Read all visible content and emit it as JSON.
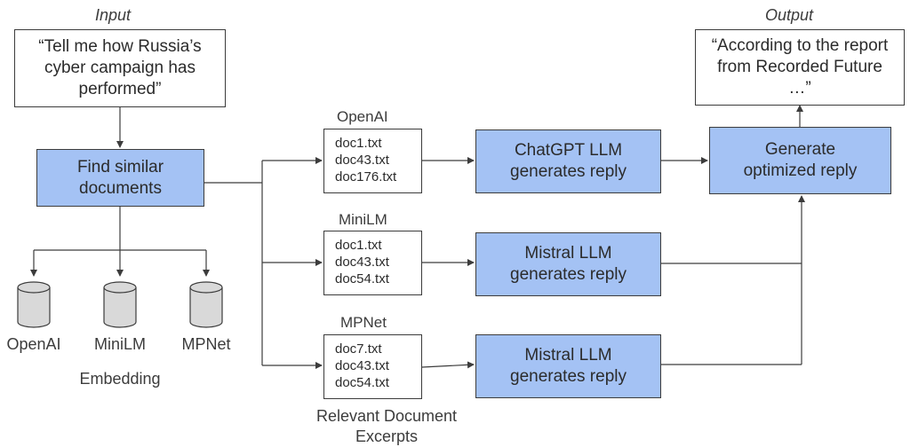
{
  "labels": {
    "input": "Input",
    "output": "Output",
    "embedding": "Embedding",
    "relevant_excerpts_line1": "Relevant Document",
    "relevant_excerpts_line2": "Excerpts"
  },
  "query": {
    "line1": "“Tell me how Russia’s",
    "line2": "cyber campaign has",
    "line3": "performed”"
  },
  "find_similar": {
    "line1": "Find similar",
    "line2": "documents"
  },
  "databases": [
    {
      "label": "OpenAI"
    },
    {
      "label": "MiniLM"
    },
    {
      "label": "MPNet"
    }
  ],
  "retrievals": [
    {
      "model": "OpenAI",
      "docs": [
        "doc1.txt",
        "doc43.txt",
        "doc176.txt"
      ]
    },
    {
      "model": "MiniLM",
      "docs": [
        "doc1.txt",
        "doc43.txt",
        "doc54.txt"
      ]
    },
    {
      "model": "MPNet",
      "docs": [
        "doc7.txt",
        "doc43.txt",
        "doc54.txt"
      ]
    }
  ],
  "llms": [
    {
      "line1": "ChatGPT LLM",
      "line2": "generates reply"
    },
    {
      "line1": "Mistral LLM",
      "line2": "generates reply"
    },
    {
      "line1": "Mistral LLM",
      "line2": "generates reply"
    }
  ],
  "generate": {
    "line1": "Generate",
    "line2": "optimized reply"
  },
  "answer": {
    "line1": "“According to the report",
    "line2": "from Recorded Future",
    "line3": "…”"
  },
  "colors": {
    "process_fill": "#a4c2f4",
    "stroke": "#3c3c3c",
    "db_fill": "#d9d9d9"
  }
}
